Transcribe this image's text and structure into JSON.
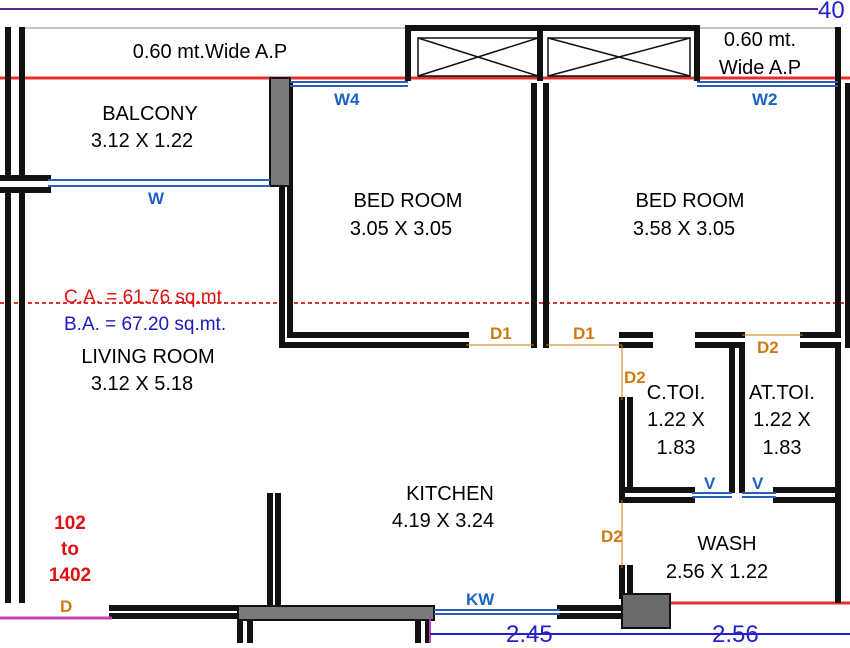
{
  "plan": {
    "top_dimension": "40",
    "bottom_dimensions": [
      "2.45",
      "2.56"
    ],
    "areas": {
      "carpet": "C.A. = 61.76 sq.mt",
      "built_up": "B.A. = 67.20 sq.mt."
    },
    "unit_range": "102\nto\n1402",
    "rooms": [
      {
        "name": "0.60 mt.Wide A.P",
        "size": ""
      },
      {
        "name": "0.60 mt.\nWide A.P",
        "size": ""
      },
      {
        "name": "BALCONY",
        "size": "3.12 X 1.22"
      },
      {
        "name": "BED ROOM",
        "size": "3.05 X 3.05"
      },
      {
        "name": "BED ROOM",
        "size": "3.58 X 3.05"
      },
      {
        "name": "LIVING ROOM",
        "size": "3.12 X 5.18"
      },
      {
        "name": "C.TOI.",
        "size": "1.22 X\n1.83"
      },
      {
        "name": "AT.TOI.",
        "size": "1.22 X\n1.83"
      },
      {
        "name": "KITCHEN",
        "size": "4.19 X 3.24"
      },
      {
        "name": "WASH",
        "size": "2.56 X 1.22"
      }
    ],
    "windows": [
      "W4",
      "W2",
      "W",
      "KW",
      "V",
      "V"
    ],
    "doors": [
      "D1",
      "D1",
      "D2",
      "D2",
      "D2",
      "D"
    ]
  }
}
